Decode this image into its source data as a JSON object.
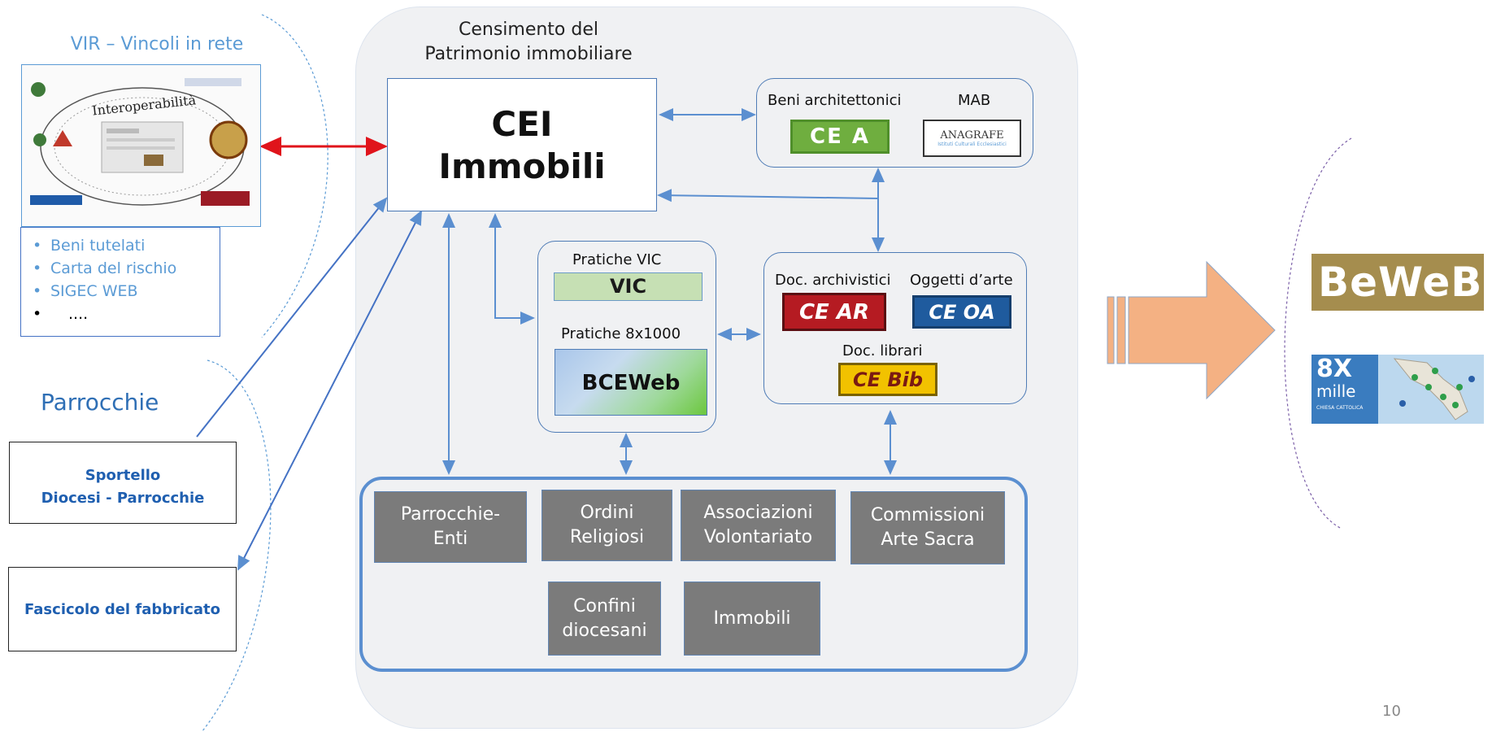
{
  "main": {
    "title_line1": "Censimento del",
    "title_line2": "Patrimonio immobiliare",
    "cei_line1": "CEI",
    "cei_line2": "Immobili"
  },
  "beni": {
    "label_arch": "Beni architettonici",
    "label_mab": "MAB",
    "logo_cea": "CE A",
    "logo_anagrafe": "ANAGRAFE",
    "logo_anagrafe_sub": "Istituti Culturali Ecclesiastici"
  },
  "pratiche": {
    "vic_label": "Pratiche VIC",
    "vic_bar": "VIC",
    "otto_label": "Pratiche 8x1000",
    "bce": "BCEWeb"
  },
  "doc": {
    "arch_label": "Doc. archivistici",
    "arte_label": "Oggetti d’arte",
    "librari_label": "Doc.  librari",
    "logo_ar": "CE AR",
    "logo_oa": "CE OA",
    "logo_bib": "CE Bib"
  },
  "entities": [
    "Parrocchie-\nEnti",
    "Ordini\nReligiosi",
    "Associazioni\nVolontariato",
    "Commissioni\nArte Sacra",
    "Confini\ndiocesani",
    "Immobili"
  ],
  "vir": {
    "title": "VIR – Vincoli in rete",
    "img_word": "Interoperabilità",
    "bullets": [
      "Beni tutelati",
      "Carta del rischio",
      "SIGEC WEB"
    ],
    "bullet_last": "...."
  },
  "left": {
    "parrocchie": "Parrocchie",
    "sportello_line1": "Sportello",
    "sportello_line2": "Diocesi - Parrocchie",
    "fascicolo": "Fascicolo del fabbricato"
  },
  "right": {
    "beweb": "BeWeB",
    "otto_big": "8X",
    "otto_mille": "mille",
    "otto_sub": "CHIESA CATTOLICA"
  },
  "page_number": "10",
  "colors": {
    "arrow_blue": "#5b8fd0",
    "arrow_red": "#e0141b",
    "big_arrow": "#f4b183",
    "beweb_bg": "#a58d4e",
    "otto_bg": "#3a7cbf"
  }
}
